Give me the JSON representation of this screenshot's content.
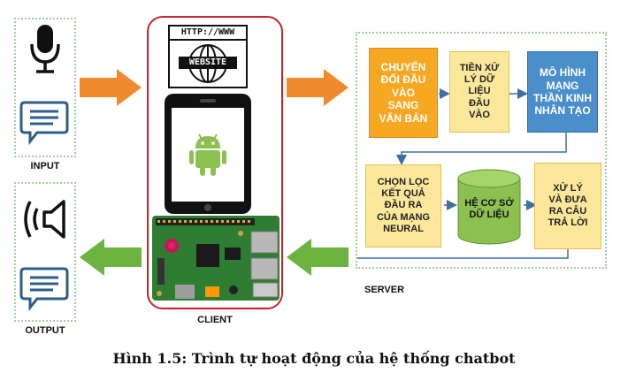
{
  "panels": {
    "input_label": "INPUT",
    "output_label": "OUTPUT",
    "client_label": "CLIENT",
    "server_label": "SERVER"
  },
  "website_icon": {
    "url_text": "HTTP://WWW",
    "badge_text": "WEBSITE"
  },
  "server_boxes": {
    "convert": [
      "CHUYỂN",
      "ĐỔI ĐẦU",
      "VÀO",
      "SANG",
      "VĂN BẢN"
    ],
    "preprocess": [
      "TIỀN XỬ",
      "LÝ DỮ",
      "LIỆU",
      "ĐẦU",
      "VÀO"
    ],
    "model": [
      "MÔ HÌNH",
      "MẠNG",
      "THẦN KINH",
      "NHÂN TẠO"
    ],
    "select": [
      "CHỌN LỌC",
      "KẾT QUẢ",
      "ĐẦU RA",
      "CỦA MẠNG",
      "NEURAL"
    ],
    "database": [
      "HỆ CƠ SỞ",
      "DỮ LIỆU"
    ],
    "respond": [
      "XỬ LÝ",
      "VÀ ĐƯA",
      "RA CÂU",
      "TRẢ LỜI"
    ]
  },
  "caption": "Hình 1.5: Trình tự hoạt động của hệ thống chatbot",
  "colors": {
    "arrow_orange": "#f08a2c",
    "arrow_green": "#6db33f",
    "client_border": "#c0242c",
    "server_dotted": "#9fcf9a",
    "box_orange": "#f7a823",
    "box_light": "#fde79a",
    "box_blue": "#4a8fcb",
    "cylinder": "#8cc152",
    "chat_icon": "#2e5d8a"
  }
}
